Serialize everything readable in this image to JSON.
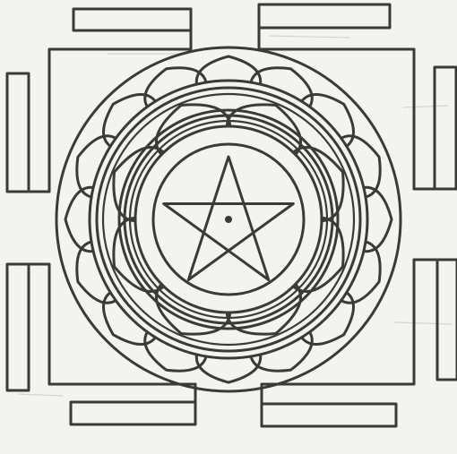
{
  "figure": {
    "kind": "yantra line drawing",
    "elements": [
      "square-frame-with-four-gates",
      "outer-lotus-16-petals",
      "inner-lotus-8-petals",
      "concentric-rings",
      "five-pointed-star",
      "central-bindu"
    ],
    "colors": {
      "ink": "#3a3a3a",
      "paper": "#f3f3f1"
    },
    "outer_lotus_petals": 16,
    "inner_lotus_petals": 8,
    "star_points": 5
  }
}
